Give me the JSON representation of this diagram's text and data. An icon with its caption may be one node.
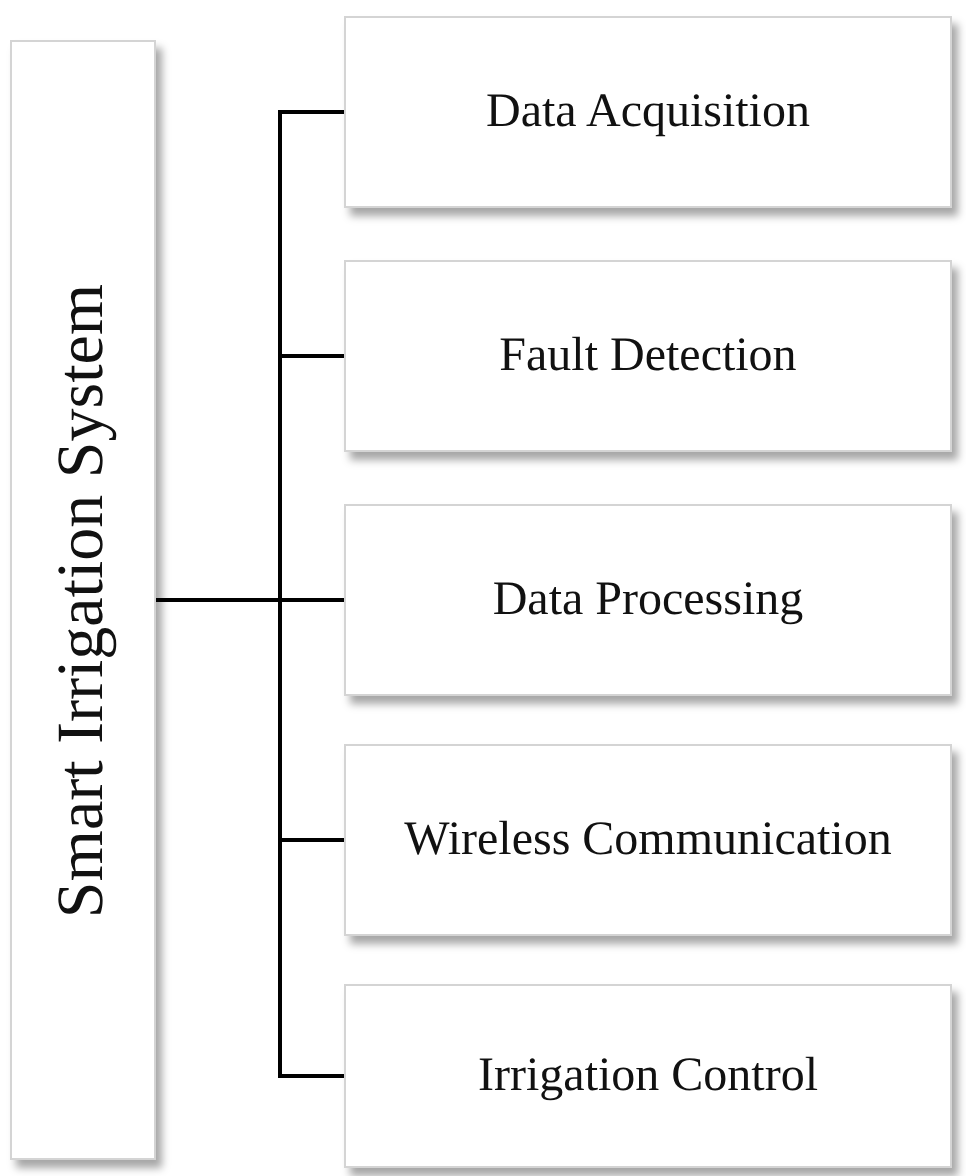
{
  "diagram": {
    "nodes": [
      {
        "text": [
          "Smart Irrigation System"
        ]
      },
      {
        "text": [
          "Data Acquisition"
        ]
      },
      {
        "text": [
          "Fault Detection"
        ]
      },
      {
        "text": [
          "Data Processing"
        ]
      },
      {
        "text": [
          "Wireless Communication"
        ]
      },
      {
        "text": [
          "Irrigation Control"
        ]
      }
    ],
    "edges": [
      {
        "from": 0,
        "to": 1,
        "arrow": "none"
      },
      {
        "from": 0,
        "to": 2,
        "arrow": "none"
      },
      {
        "from": 0,
        "to": 3,
        "arrow": "none"
      },
      {
        "from": 0,
        "to": 4,
        "arrow": "none"
      },
      {
        "from": 0,
        "to": 5,
        "arrow": "none"
      }
    ]
  }
}
